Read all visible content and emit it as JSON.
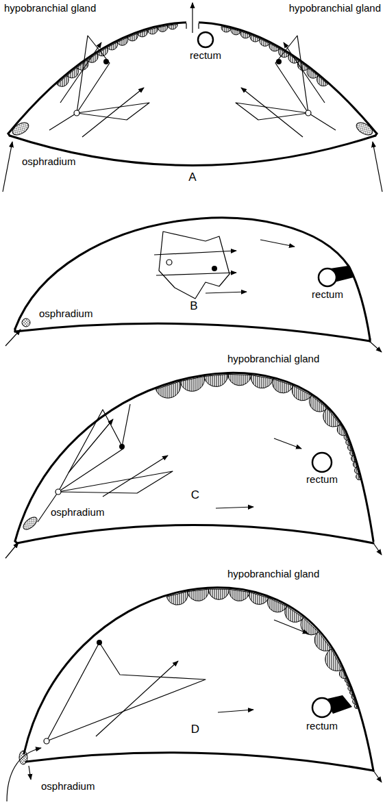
{
  "diagram": {
    "labels": [
      "hypobranchial gland",
      "hypobranchial gland",
      "rectum",
      "A",
      "osphradium",
      "osphradium",
      "B",
      "rectum",
      "hypobranchial gland",
      "rectum",
      "C",
      "osphradium",
      "hypobranchial gland",
      "rectum",
      "D",
      "osphradium"
    ]
  }
}
